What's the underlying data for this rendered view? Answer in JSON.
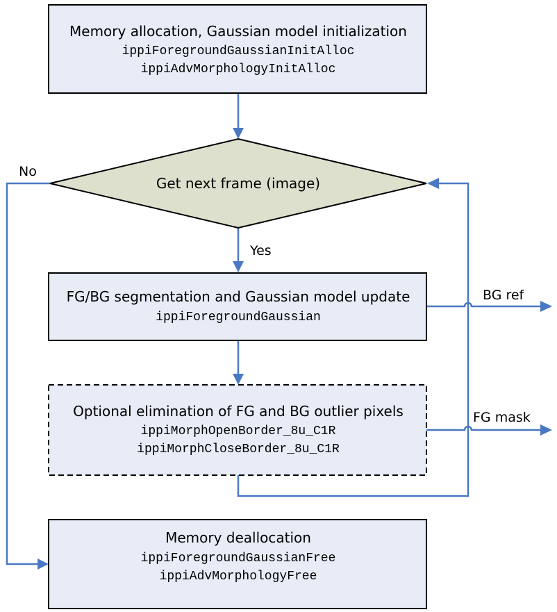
{
  "diagram": {
    "init": {
      "title": "Memory allocation, Gaussian model initialization",
      "funcs": [
        "ippiForegroundGaussianInitAlloc",
        "ippiAdvMorphologyInitAlloc"
      ]
    },
    "decision": {
      "label": "Get next frame (image)"
    },
    "segment": {
      "title": "FG/BG segmentation and Gaussian model update",
      "funcs": [
        "ippiForegroundGaussian"
      ]
    },
    "optional": {
      "title": "Optional elimination of FG and BG outlier pixels",
      "funcs": [
        "ippiMorphOpenBorder_8u_C1R",
        "ippiMorphCloseBorder_8u_C1R"
      ]
    },
    "dealloc": {
      "title": "Memory deallocation",
      "funcs": [
        "ippiForegroundGaussianFree",
        "ippiAdvMorphologyFree"
      ]
    },
    "labels": {
      "no": "No",
      "yes": "Yes",
      "bg_ref": "BG ref",
      "fg_mask": "FG mask"
    }
  },
  "colors": {
    "box_fill": "#e7ecf6",
    "decision_fill": "#dde0cd",
    "connector": "#4a78c2",
    "border": "#000000"
  }
}
